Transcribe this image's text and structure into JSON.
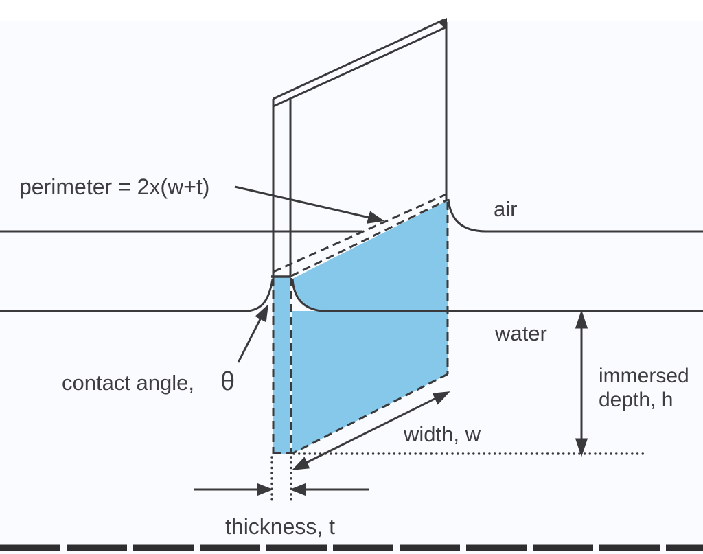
{
  "figure": {
    "title": "wilhelmy-plate-contact-angle-diagram",
    "labels": {
      "perimeter": "perimeter = 2x(w+t)",
      "air": "air",
      "water": "water",
      "contact_angle": "contact angle,",
      "theta": "θ",
      "immersed_depth_line1": "immersed",
      "immersed_depth_line2": "depth, h",
      "width": "width, w",
      "thickness": "thickness, t"
    },
    "colors": {
      "water_fill": "#85C8E9",
      "line": "#3A3A3C",
      "text": "#3E3E40",
      "figure_background": "#FAFBFE",
      "bottom_edge_band": "#2E2E30",
      "figure_top_edge": "#E2E6EB"
    }
  }
}
